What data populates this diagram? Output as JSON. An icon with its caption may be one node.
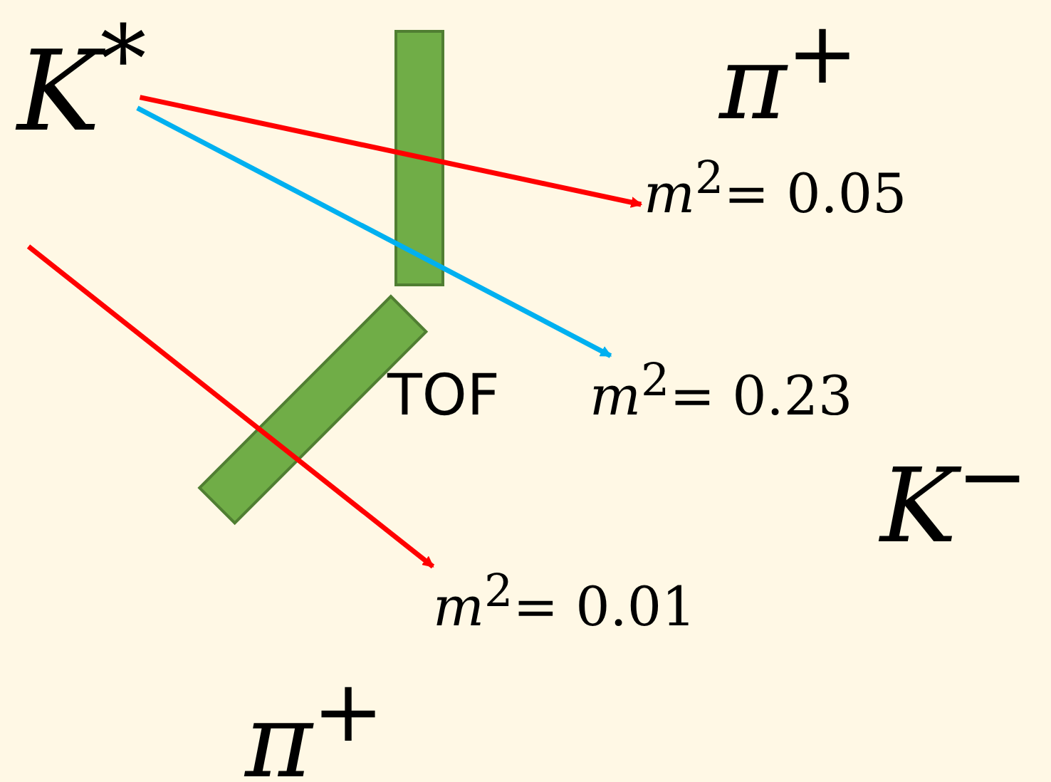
{
  "diagram": {
    "nodes": [
      {
        "text": [
          "*K*$^{*}$"
        ]
      },
      {
        "text": [
          "*m*$^{2}$= 0.05"
        ]
      },
      {
        "text": [
          "*m*$^{2}$= 0.23"
        ]
      },
      {
        "text": [
          "*m*$^{2}$= 0.01"
        ]
      }
    ],
    "edges": [
      {
        "from": 0,
        "to": 1,
        "arrow": "to"
      },
      {
        "from": 0,
        "to": 2,
        "arrow": "to",
        "color": "#00b0f0"
      },
      {
        "from": null,
        "to": 3,
        "arrow": "to"
      }
    ],
    "labels": [
      "*π*$^{+}$",
      "TOF",
      "*K*$^{−}$",
      "*π*$^{+}$"
    ]
  }
}
